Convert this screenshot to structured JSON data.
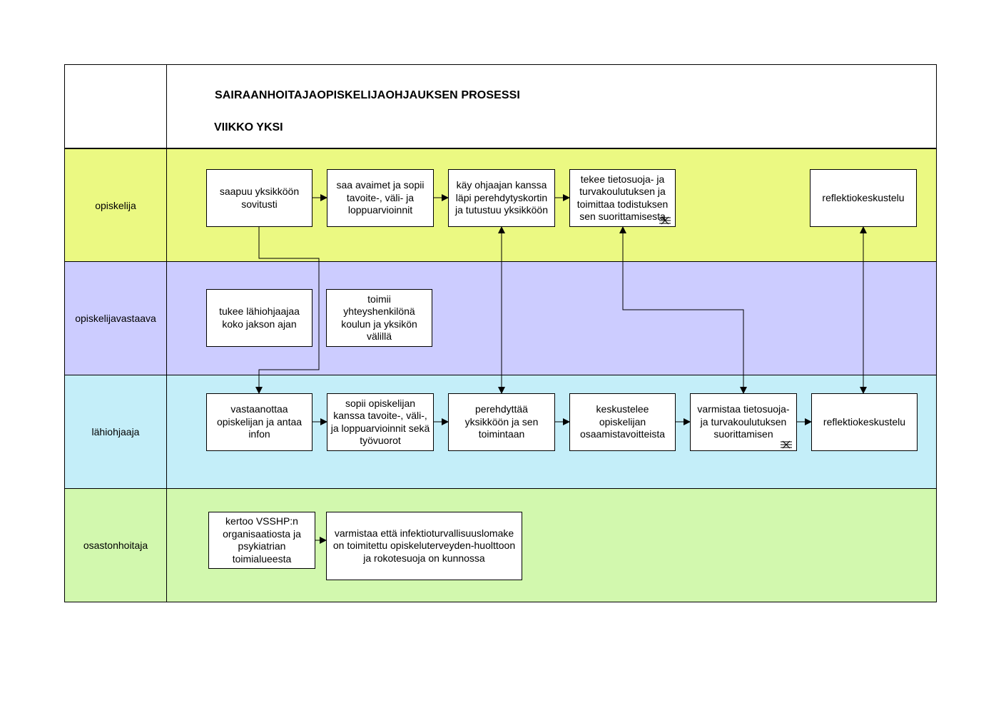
{
  "header": {
    "title": "SAIRAANHOITAJAOPISKELIJAOHJAUKSEN PROSESSI",
    "subtitle": "VIIKKO YKSI"
  },
  "colors": {
    "lane_opiskelija": "#ebf982",
    "lane_opiskelijavastaava": "#ccccff",
    "lane_lahiohjaaja": "#c4eef9",
    "lane_osastonhoitaja": "#d2f8ae"
  },
  "lanes": [
    {
      "label": "opiskelija"
    },
    {
      "label": "opiskelijavastaava"
    },
    {
      "label": "lähiohjaaja"
    },
    {
      "label": "osastonhoitaja"
    }
  ],
  "boxes": {
    "saapuu": "saapuu yksikköön sovitusti",
    "avaimet": "saa avaimet ja sopii tavoite-, väli- ja loppuarvioinnit",
    "kay_lapi": "käy ohjaajan kanssa läpi perehdytyskortin ja tutustuu yksikköön",
    "tekee": "tekee tietosuoja- ja turvakoulutuksen ja toimittaa todistuksen sen suorittamisesta",
    "reflektio_opiskelija": "reflektiokeskustelu",
    "tukee": "tukee lähiohjaajaa koko jakson ajan",
    "toimii": "toimii yhteyshenkilönä koulun ja yksikön välillä",
    "vastaanottaa": "vastaanottaa opiskelijan ja antaa infon",
    "sopii": "sopii opiskelijan kanssa tavoite-, väli-, ja loppuarvioinnit sekä työvuorot",
    "perehdyttaa": "perehdyttää yksikköön ja sen toimintaan",
    "keskustelee": "keskustelee opiskelijan osaamistavoitteista",
    "varmistaa_tieto": "varmistaa tietosuoja- ja turvakoulutuksen suorittamisen",
    "reflektio_lahi": "reflektiokeskustelu",
    "kertoo": "kertoo VSSHP:n organisaatiosta ja psykiatrian toimialueesta",
    "varmistaa_infektio": "varmistaa että infektioturvallisuuslomake on toimitettu opiskeluterveyden-huolttoon ja rokotesuoja on kunnossa"
  },
  "icons": {
    "annotation_marker": "linked-document-icon"
  }
}
